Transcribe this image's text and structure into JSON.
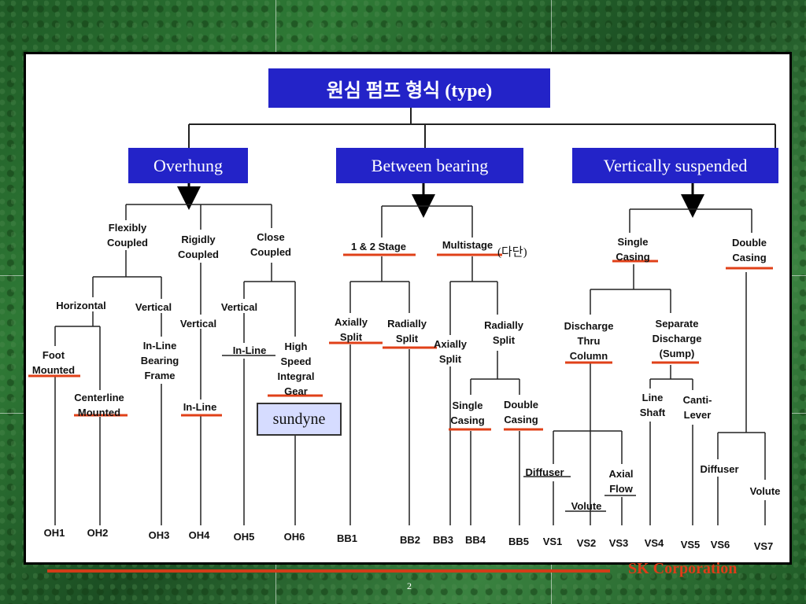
{
  "title": "원심 펌프 형식 (type)",
  "categories": [
    "Overhung",
    "Between bearing",
    "Vertically suspended"
  ],
  "nodes": {
    "flexibly_coupled": "Flexibly\nCoupled",
    "rigidly_coupled": "Rigidly\nCoupled",
    "close_coupled": "Close\nCoupled",
    "horizontal": "Horizontal",
    "vertical_fc": "Vertical",
    "foot_mounted": "Foot\nMounted",
    "centerline_mounted": "Centerline\nMounted",
    "inline_bearing_frame": "In-Line\nBearing\nFrame",
    "vertical_rc": "Vertical",
    "inline_rc": "In-Line",
    "vertical_cc": "Vertical",
    "inline_cc": "In-Line",
    "high_speed_gear": "High\nSpeed\nIntegral\nGear",
    "stage_1_2": "1 & 2 Stage",
    "multistage": "Multistage",
    "axially_split_1": "Axially\nSplit",
    "radially_split_1": "Radially\nSplit",
    "axially_split_2": "Axially\nSplit",
    "radially_split_2": "Radially\nSplit",
    "single_casing_bb": "Single\nCasing",
    "double_casing_bb": "Double\nCasing",
    "single_casing_vs": "Single\nCasing",
    "double_casing_vs": "Double\nCasing",
    "discharge_column": "Discharge\nThru\nColumn",
    "separate_discharge": "Separate\nDischarge\n(Sump)",
    "line_shaft": "Line\nShaft",
    "canti_lever": "Canti-\nLever",
    "diffuser_1": "Diffuser",
    "axial_flow": "Axial\nFlow",
    "volute_1": "Volute",
    "diffuser_2": "Diffuser",
    "volute_2": "Volute"
  },
  "multistage_note": "(다단)",
  "sundyne_label": "sundyne",
  "leaves": [
    "OH1",
    "OH2",
    "OH3",
    "OH4",
    "OH5",
    "OH6",
    "BB1",
    "BB2",
    "BB3",
    "BB4",
    "BB5",
    "VS1",
    "VS2",
    "VS3",
    "VS4",
    "VS5",
    "VS6",
    "VS7"
  ],
  "footer": {
    "company": "SK Corporation",
    "page_number": "2"
  },
  "colors": {
    "category_box": "#2323c8",
    "highlight_line": "#e04018",
    "sundyne_box": "#d6dcff",
    "background": "#2f7a36"
  }
}
